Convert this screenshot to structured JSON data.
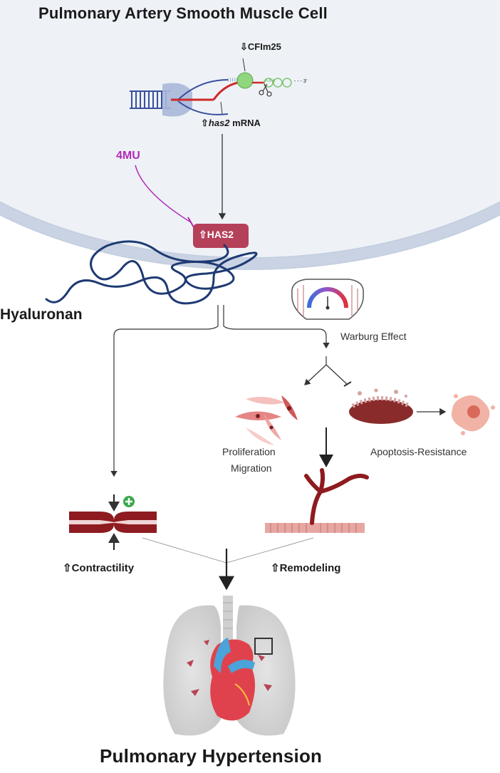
{
  "title": "Pulmonary Artery  Smooth Muscle Cell",
  "footer_title": "Pulmonary  Hypertension",
  "labels": {
    "cfim25": "⇩CFIm25",
    "has2_mrna_arrow": "⇧",
    "has2_mrna_italic": "has2",
    "has2_mrna_suffix": " mRNA",
    "poly_a": "A A A",
    "three_prime": "- - - 3'",
    "inhibitor": "4MU",
    "has2_box": "⇧HAS2",
    "hyaluronan": "Hyaluronan",
    "warburg": "Warburg Effect",
    "proliferation": "Proliferation",
    "migration": "Migration",
    "apoptosis": "Apoptosis-Resistance",
    "contractility": "⇧Contractility",
    "remodeling": "⇧Remodeling"
  },
  "colors": {
    "cell_bg": "#eef2f7",
    "membrane": "#c9d3e3",
    "has2_box": "#b5405a",
    "inhibitor": "#b12cb6",
    "hyaluronan": "#1e3a73",
    "vessel": "#8e1b1f",
    "plus": "#3aa84a"
  },
  "icons": [
    "dna-icon",
    "mrna-strand-icon",
    "cleavage-scissors-icon",
    "mitochondrion-gauge-icon",
    "cells-icon",
    "mitochondrion-icon",
    "apoptotic-cell-icon",
    "constricted-vessel-icon",
    "remodeled-vessel-icon",
    "lungs-heart-icon"
  ]
}
